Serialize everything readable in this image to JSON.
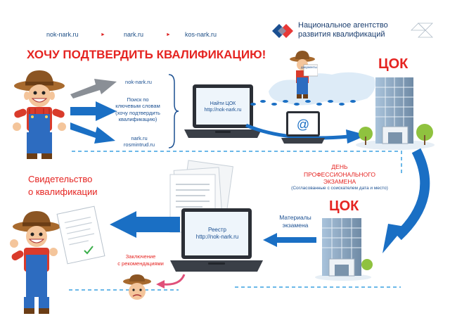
{
  "header": {
    "links": [
      "nok-nark.ru",
      "nark.ru",
      "kos-nark.ru"
    ],
    "org_line1": "Национальное агентство",
    "org_line2": "развития квалификаций"
  },
  "main_title": "ХОЧУ ПОДТВЕРДИТЬ КВАЛИФИКАЦИЮ!",
  "search_options": {
    "opt1": "nok-nark.ru",
    "opt2_line1": "Поиск по",
    "opt2_line2": "ключевым словам",
    "opt2_line3": "(хочу подтвердить",
    "opt2_line4": "квалификацию)",
    "opt3_line1": "nark.ru",
    "opt3_line2": "rosmintrud.ru"
  },
  "laptop_top": {
    "line1": "Найти ЦОК",
    "line2": "http://nok-nark.ru"
  },
  "documents_sign": "документы",
  "tsok_label": "ЦОК",
  "exam_day": {
    "line1": "ДЕНЬ",
    "line2": "ПРОФЕССИОНАЛЬНОГО",
    "line3": "ЭКЗАМЕНА",
    "note": "(Согласованные с соискателем дата и место)"
  },
  "certificate": {
    "line1": "Свидетельство",
    "line2": "о квалификации"
  },
  "materials": {
    "line1": "Материалы",
    "line2": "экзамена"
  },
  "laptop_bottom": {
    "line1": "Реестр",
    "line2": "http://nok-nark.ru"
  },
  "conclusion": {
    "line1": "Заключение",
    "line2": "с рекомендациями"
  },
  "colors": {
    "red": "#e52421",
    "blue": "#1a6fc4",
    "dark_blue": "#1a4f91",
    "dashed": "#3aa0e0"
  }
}
